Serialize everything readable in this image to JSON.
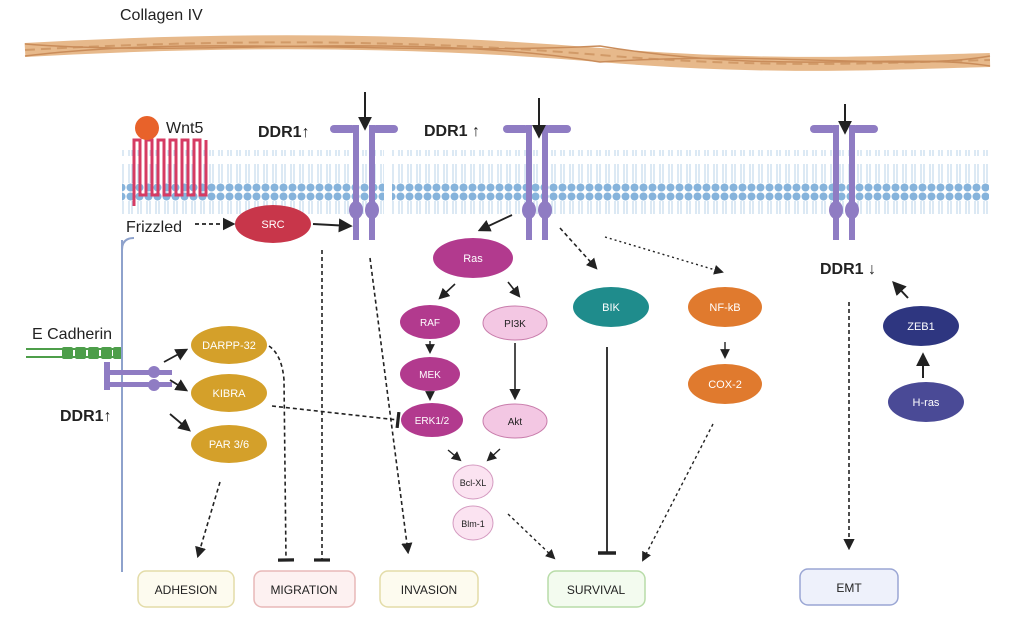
{
  "labels": {
    "collagen": "Collagen IV",
    "wnt5": "Wnt5",
    "frizzled": "Frizzled",
    "e_cadherin": "E Cadherin",
    "ddr1_up": "DDR1↑",
    "ddr1_up_spaced": "DDR1 ↑",
    "ddr1_down": "DDR1 ↓"
  },
  "nodes": {
    "src": "SRC",
    "ras": "Ras",
    "raf": "RAF",
    "pi3k": "PI3K",
    "mek": "MEK",
    "erk": "ERK1/2",
    "akt": "Akt",
    "bclxl": "Bcl-XL",
    "blm1": "Blm-1",
    "bik": "BIK",
    "nfkb": "NF-kB",
    "cox2": "COX-2",
    "zeb1": "ZEB1",
    "hras": "H-ras",
    "darpp32": "DARPP-32",
    "kibra": "KIBRA",
    "par36": "PAR 3/6"
  },
  "outcomes": {
    "adhesion": "ADHESION",
    "migration": "MIGRATION",
    "invasion": "INVASION",
    "survival": "SURVIVAL",
    "emt": "EMT"
  },
  "colors": {
    "receptor": "#8f7cc3",
    "membrane_head": "#86b3db",
    "wnt_ball": "#e8622a",
    "frizzled": "#d63b63",
    "src": "#c8364a",
    "ras": "#b23a8e",
    "raf_mek_erk": "#b23a8e",
    "pi3k_akt": "#f3c7e3",
    "bik": "#1f8c8c",
    "nfkb_cox2": "#e07a2e",
    "zeb1": "#2e3680",
    "hras": "#4a4a96",
    "darpp_kibra_par": "#d4a02a",
    "cadherin": "#4d9e4a"
  }
}
